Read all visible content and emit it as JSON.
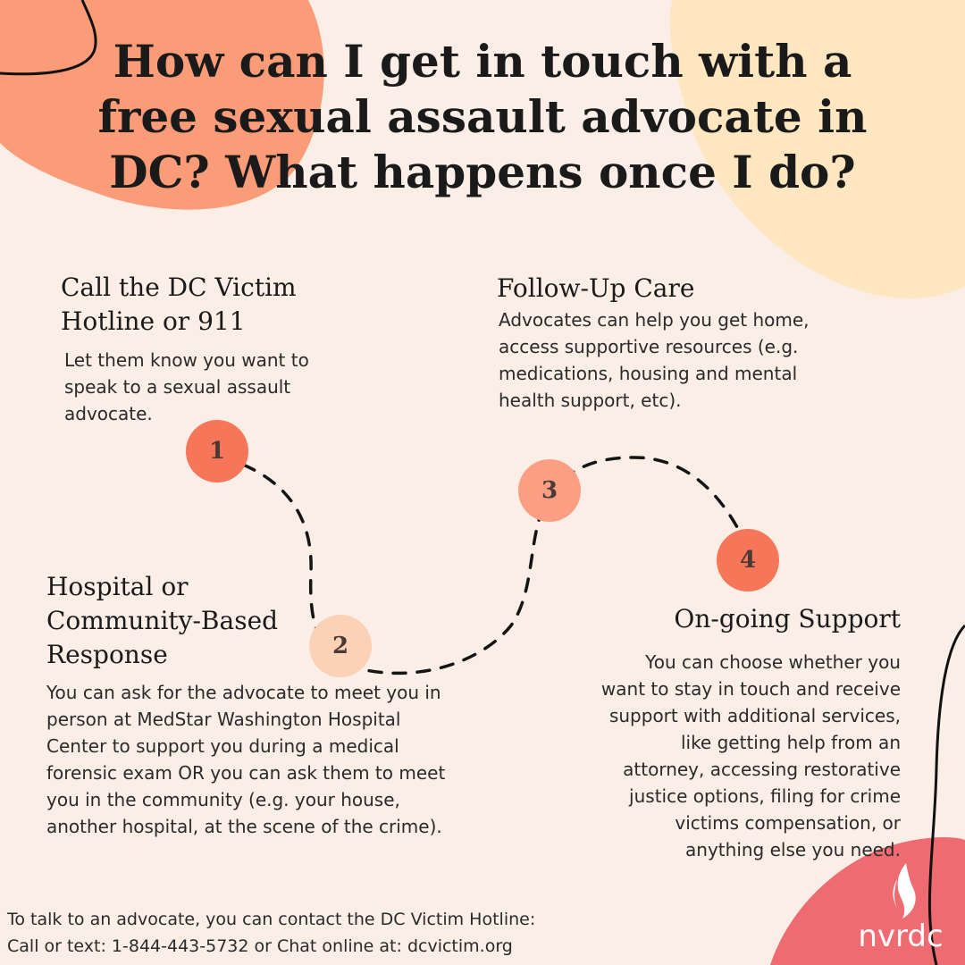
{
  "title": "How can I get in touch with a free sexual assault advocate in DC? What happens once I do?",
  "colors": {
    "background": "#faeee6",
    "orange_blob": "#fb9c78",
    "yellow_blob": "#fde6c0",
    "pink_blob": "#ef6b72",
    "step1": "#f6765a",
    "step2": "#fbd2b6",
    "step3": "#fb9e84",
    "step4": "#f6765a"
  },
  "steps": [
    {
      "number": "1",
      "heading": "Call the DC Victim Hotline or 911",
      "body": "Let them know you want to speak to a sexual assault advocate."
    },
    {
      "number": "2",
      "heading": "Hospital or Community-Based Response",
      "body": "You can ask for the advocate to meet you in person at MedStar Washington Hospital Center to support you during a medical forensic exam OR you can ask them to meet you in the community (e.g. your house, another hospital, at the scene of the crime)."
    },
    {
      "number": "3",
      "heading": "Follow-Up Care",
      "body": "Advocates can help you get home, access supportive resources (e.g. medications, housing and mental health support, etc)."
    },
    {
      "number": "4",
      "heading": "On-going Support",
      "body": "You can choose whether you want to stay in touch and receive support with additional services, like getting help from an attorney, accessing restorative justice options, filing for crime victims compensation, or anything else you need."
    }
  ],
  "footer": {
    "line1": "To talk to an advocate, you can contact the DC Victim Hotline:",
    "line2": "Call or text: 1-844-443-5732 or Chat online at: dcvictim.org"
  },
  "logo": {
    "text": "nvrdc",
    "icon": "flame-leaf-icon"
  }
}
